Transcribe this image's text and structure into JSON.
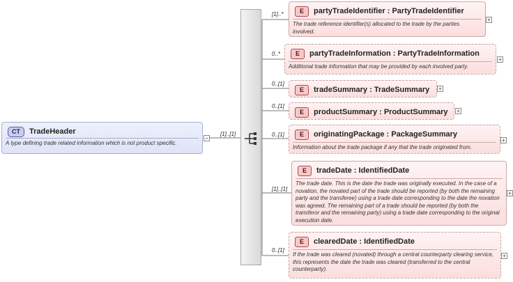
{
  "root": {
    "badge": "CT",
    "name": "TradeHeader",
    "description": "A type defining trade related information which is not product specific.",
    "expander": "−",
    "cardinality": "[1]..[1]"
  },
  "children": [
    {
      "badge": "E",
      "name": "partyTradeIdentifier : PartyTradeIdentifier",
      "cardinality": "[1]..*",
      "optional": false,
      "description": "The trade reference identifier(s) allocated to the trade by the parties involved."
    },
    {
      "badge": "E",
      "name": "partyTradeInformation : PartyTradeInformation",
      "cardinality": "0..*",
      "optional": true,
      "description": "Additional trade information that may be provided by each involved party."
    },
    {
      "badge": "E",
      "name": "tradeSummary : TradeSummary",
      "cardinality": "0..[1]",
      "optional": true,
      "description": ""
    },
    {
      "badge": "E",
      "name": "productSummary : ProductSummary",
      "cardinality": "0..[1]",
      "optional": true,
      "description": ""
    },
    {
      "badge": "E",
      "name": "originatingPackage : PackageSummary",
      "cardinality": "0..[1]",
      "optional": true,
      "description": "Information about the trade package if any that the trade originated from."
    },
    {
      "badge": "E",
      "name": "tradeDate : IdentifiedDate",
      "cardinality": "[1]..[1]",
      "optional": false,
      "description": "The trade date. This is the date the trade was originally executed. In the case of a novation, the novated part of the trade should be reported (by both the remaining party and the transferee) using a trade date corresponding to the date the novation was agreed. The remaining part of a trade should be reported (by both the transferor and the remaining party) using a trade date corresponding to the original execution date."
    },
    {
      "badge": "E",
      "name": "clearedDate : IdentifiedDate",
      "cardinality": "0..[1]",
      "optional": true,
      "description": "If the trade was cleared (novated) through a central counterparty clearing service, this represents the date the trade was cleared (transferred to the central counterparty)."
    }
  ],
  "expander_symbol": "+",
  "colors": {
    "complex_type": "#dfe3f7",
    "element": "#fbdede",
    "connector": "#777777"
  }
}
